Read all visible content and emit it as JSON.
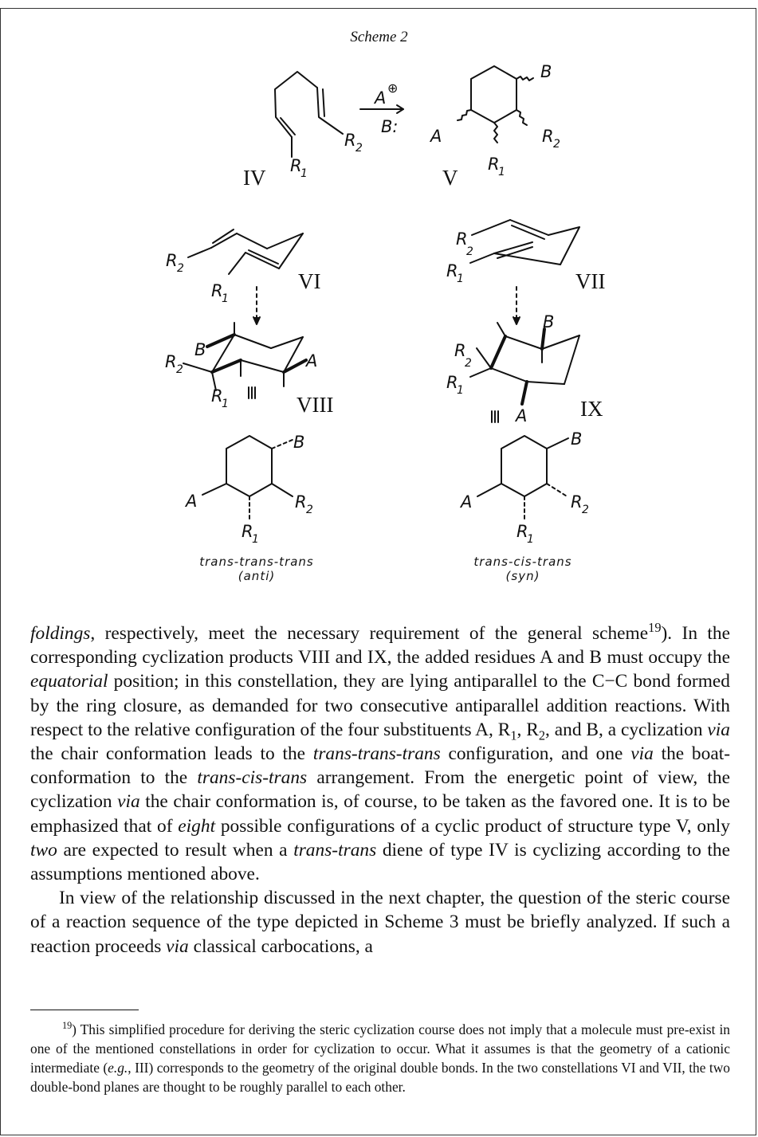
{
  "scheme": {
    "title": "Scheme 2",
    "reagents": {
      "top": "A",
      "top_charge": "⊕",
      "bottom": "B:"
    },
    "compounds": {
      "IV": "IV",
      "V": "V",
      "VI": "VI",
      "VII": "VII",
      "VIII": "VIII",
      "IX": "IX"
    },
    "substituents": {
      "A": "A",
      "B": "B",
      "R1": "R",
      "R1_sub": "1",
      "R2": "R",
      "R2_sub": "2"
    },
    "equiv_sign": "|||",
    "captions": {
      "left_config": "trans-trans-trans",
      "left_type": "(anti)",
      "right_config": "trans-cis-trans",
      "right_type": "(syn)"
    }
  },
  "body": {
    "p1": {
      "s1_em": "foldings",
      "s1": ", respectively, meet the necessary requirement of the general scheme",
      "s1_ref": "19",
      "s2": "). In the corresponding cyclization products VIII and IX, the added residues A and B must occupy the ",
      "s2_em": "equatorial",
      "s3": " position; in this constellation, they are lying antiparallel to the C−C bond formed by the ring closure, as demanded for two consecutive antiparallel addition reactions. With respect to the relative configuration of the four substituents A, R",
      "s3_sub1": "1",
      "s3b": ", R",
      "s3_sub2": "2",
      "s4": ", and B, a cyclization ",
      "s4_em": "via",
      "s5": " the chair conformation leads to the ",
      "s5_em": "trans-trans-trans",
      "s6": " configuration, and one ",
      "s6_em": "via",
      "s7": " the boat-conformation to the ",
      "s7_em": "trans-cis-trans",
      "s8": " arrangement. From the energetic point of view, the cyclization ",
      "s8_em": "via",
      "s9": " the chair conformation is, of course, to be taken as the favored one. It is to be emphasized that of ",
      "s9_em": "eight",
      "s10": " possible configurations of a cyclic product of structure type V, only ",
      "s10_em": "two",
      "s11": " are expected to result when a ",
      "s11_em": "trans-trans",
      "s12": " diene of type IV is cyclizing according to the assumptions mentioned above."
    },
    "p2": {
      "s1": "In view of the relationship discussed in the next chapter, the question of the steric course of a reaction sequence of the type depicted in Scheme 3 must be briefly analyzed. If such a reaction proceeds ",
      "s1_em": "via",
      "s2": " classical carbocations, a"
    }
  },
  "footnote": {
    "ref": "19",
    "t1": ") This simplified procedure for deriving the steric cyclization course does not imply that a molecule must pre-exist in one of the mentioned constellations in order for cyclization to occur. What it assumes is that the geometry of a cationic intermediate (",
    "t1_em": "e.g.",
    "t2": ", III) corresponds to the geometry of the original double bonds. In the two constellations VI and VII, the two double-bond planes are thought to be roughly parallel to each other."
  }
}
